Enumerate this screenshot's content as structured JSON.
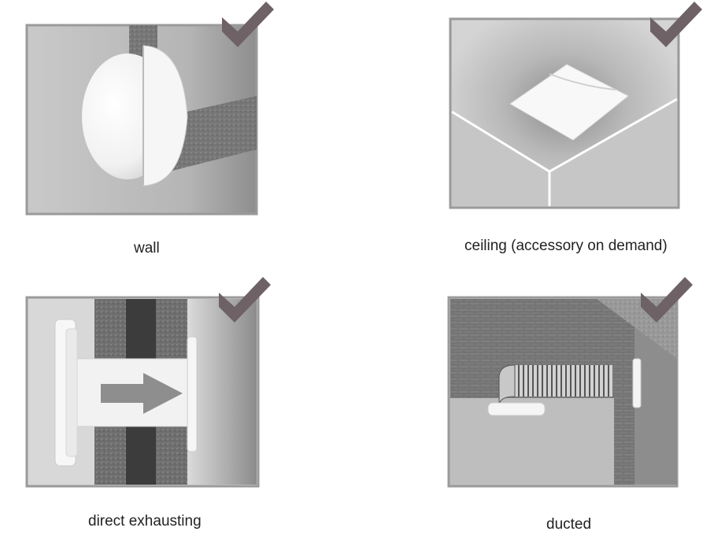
{
  "panels": [
    {
      "id": "wall",
      "caption": "wall"
    },
    {
      "id": "ceiling",
      "caption": "ceiling (accessory on demand)"
    },
    {
      "id": "direct",
      "caption": "direct exhausting"
    },
    {
      "id": "ducted",
      "caption": "ducted"
    }
  ],
  "colors": {
    "frame": "#9a9a9a",
    "check": "#6e6266",
    "wall_light": "#d9d9d9",
    "wall_dark": "#8f8f8f"
  },
  "icons": [
    "checkmark-icon",
    "arrow-right-icon"
  ]
}
